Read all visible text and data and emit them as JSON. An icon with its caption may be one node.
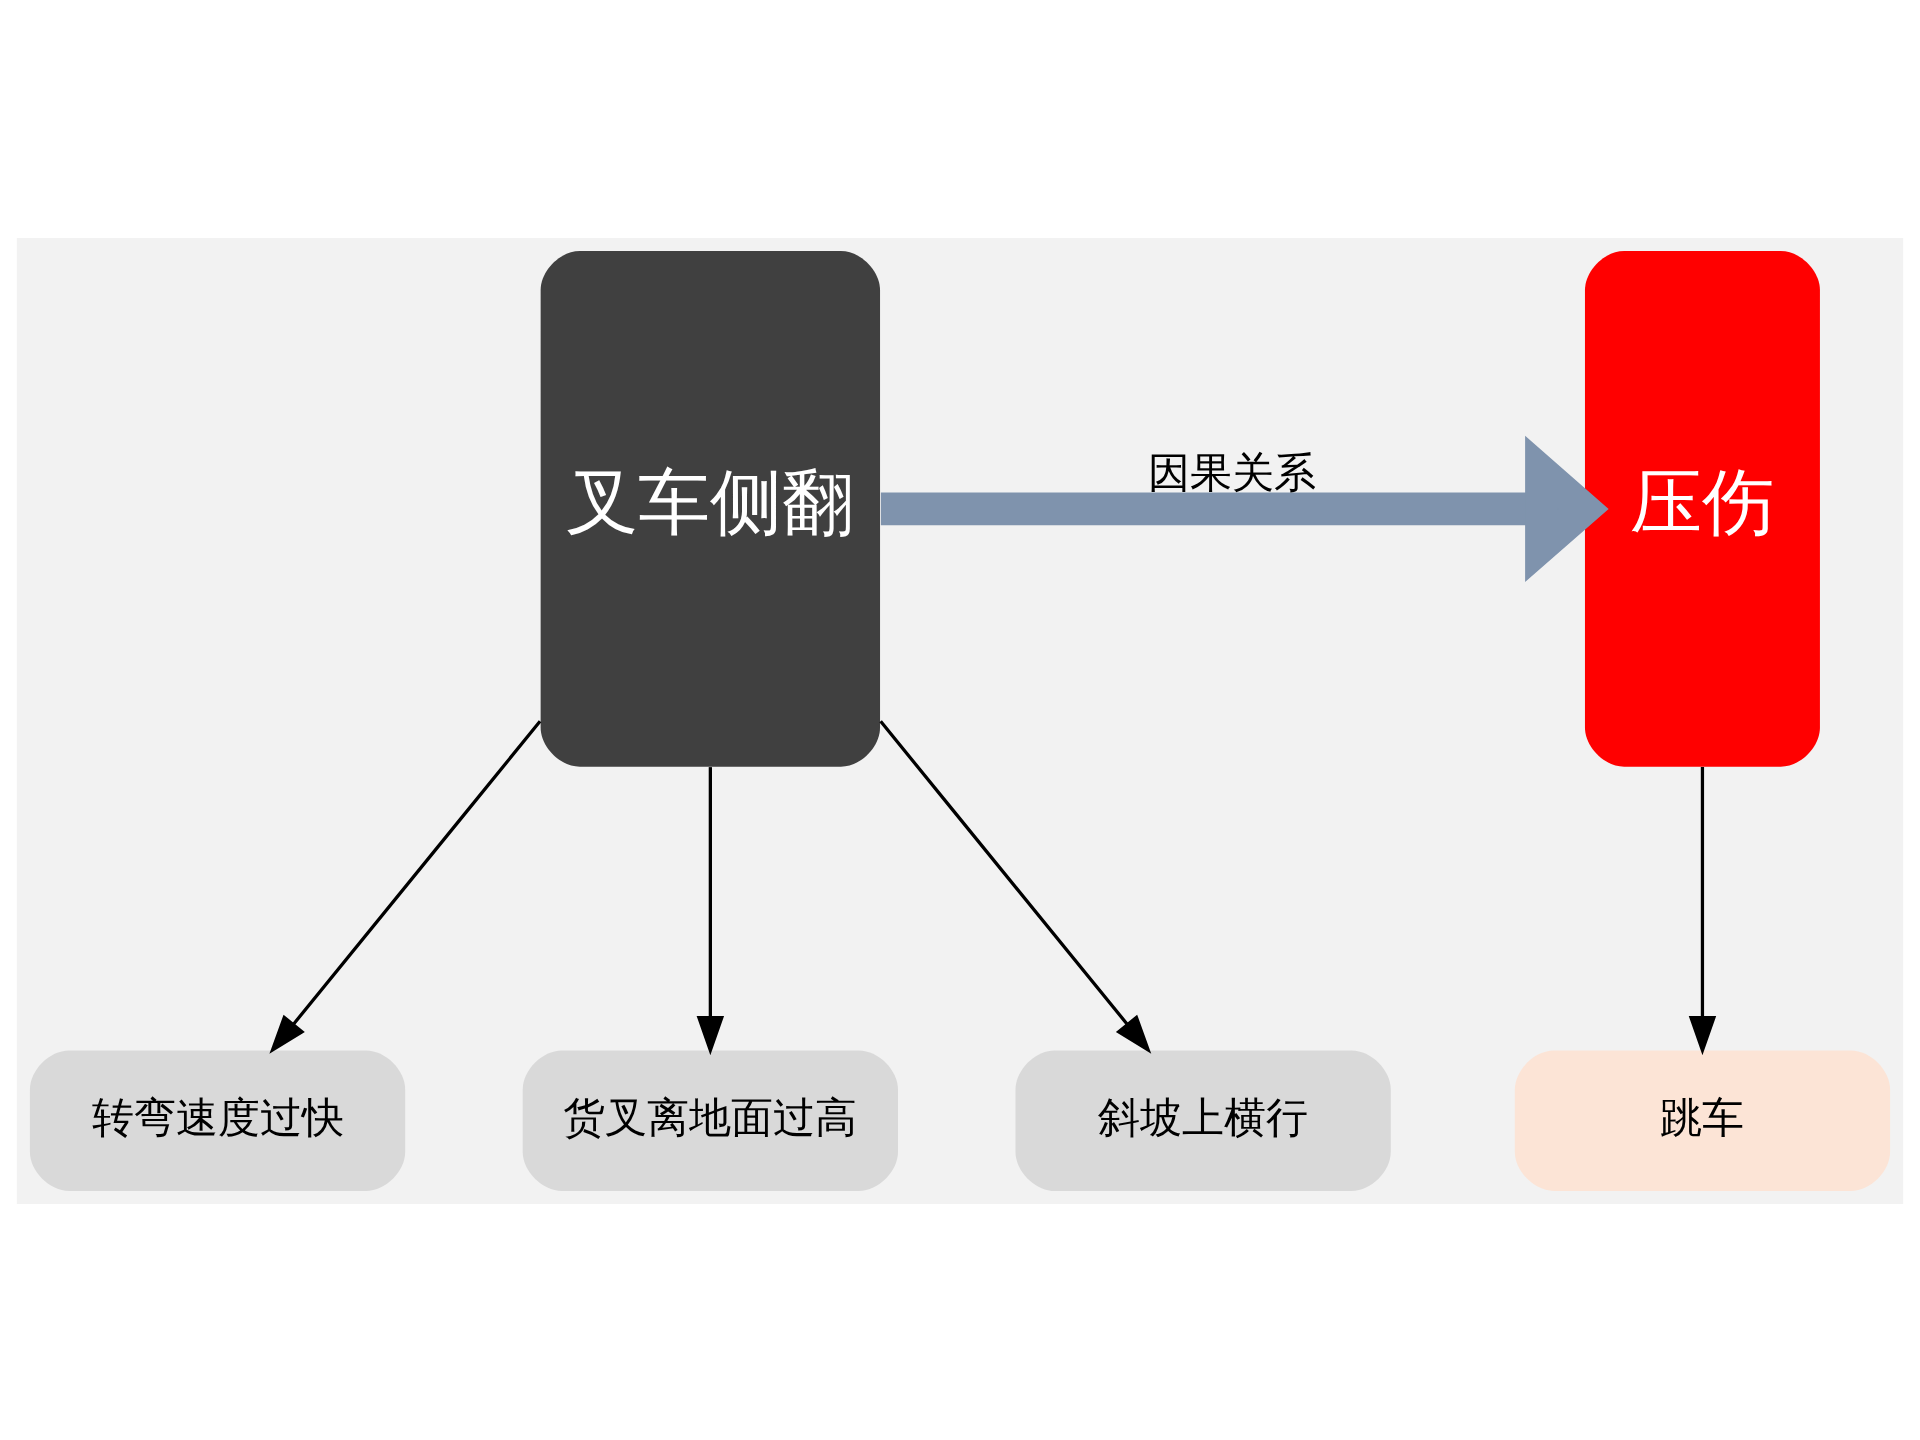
{
  "diagram": {
    "nodes": [
      {
        "text": [
          "叉车侧翻"
        ]
      },
      {
        "text": [
          "压伤"
        ]
      },
      {
        "text": [
          "转弯速度过快"
        ]
      },
      {
        "text": [
          "货叉离地面过高"
        ]
      },
      {
        "text": [
          "斜坡上横行"
        ]
      },
      {
        "text": [
          "跳车"
        ]
      }
    ],
    "edges": [
      {
        "from": 0,
        "to": 1,
        "arrow": "to",
        "label": "因果关系",
        "style": "thick",
        "color": "#7f93ad"
      },
      {
        "from": 0,
        "to": 2,
        "arrow": "to"
      },
      {
        "from": 0,
        "to": 3,
        "arrow": "to"
      },
      {
        "from": 0,
        "to": 4,
        "arrow": "to"
      },
      {
        "from": 1,
        "to": 5,
        "arrow": "to"
      }
    ]
  }
}
